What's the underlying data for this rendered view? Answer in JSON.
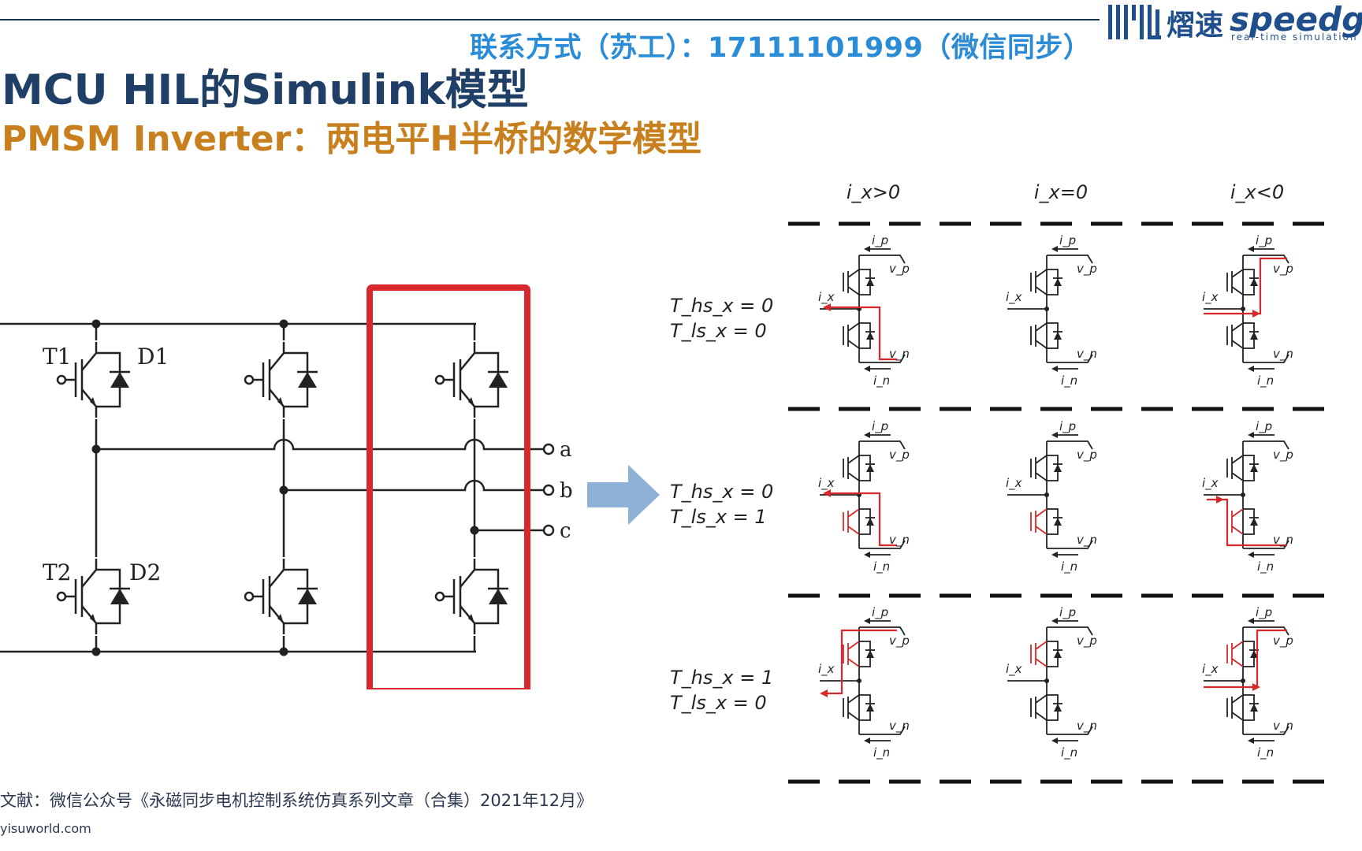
{
  "header": {
    "contact": "联系方式（苏工）：17111101999（微信同步）",
    "logo_cn": "熠速",
    "logo_en": "speedg",
    "logo_tag": "real-time simulation a"
  },
  "title": "MCU HIL的Simulink模型",
  "subtitle": "PMSM Inverter：两电平H半桥的数学模型",
  "inverter": {
    "labels": {
      "T1": "T1",
      "D1": "D1",
      "T2": "T2",
      "D2": "D2"
    },
    "outputs": [
      "a",
      "b",
      "c"
    ]
  },
  "table": {
    "columns": [
      "i_x>0",
      "i_x=0",
      "i_x<0"
    ],
    "rows": [
      {
        "hs": "T_hs_x = 0",
        "ls": "T_ls_x  = 0"
      },
      {
        "hs": "T_hs_x = 0",
        "ls": "T_ls_x  = 1"
      },
      {
        "hs": "T_hs_x = 1",
        "ls": "T_ls_x  = 0"
      }
    ],
    "cell_labels": {
      "ip": "i_p",
      "vp": "v_p",
      "ix": "i_x",
      "vn": "v_n",
      "in": "i_n"
    }
  },
  "colors": {
    "title": "#1f3f66",
    "subtitle": "#c8801e",
    "contact": "#2a8bd6",
    "highlight": "#d8282c",
    "arrow": "#8fb1d6"
  },
  "footer": {
    "reference": "文献：微信公众号《永磁同步电机控制系统仿真系列文章（合集）2021年12月》",
    "url": "yisuworld.com"
  }
}
